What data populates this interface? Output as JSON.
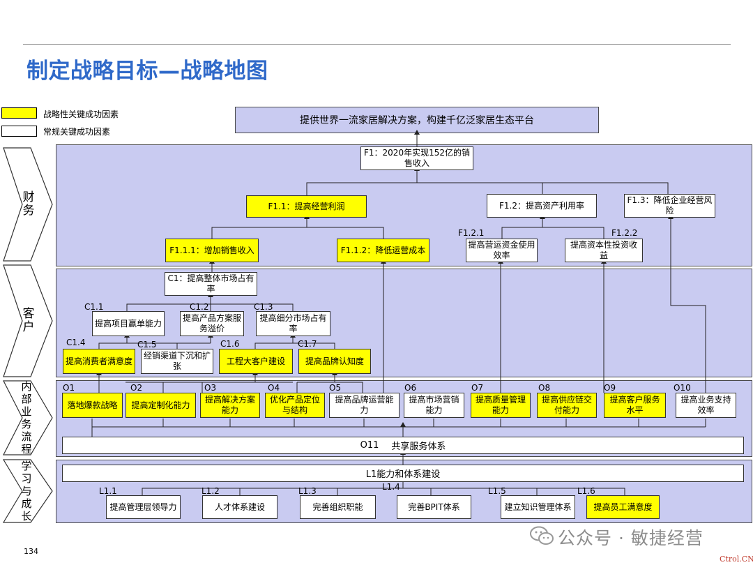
{
  "title": "制定战略目标—战略地图",
  "colors": {
    "title": "#2f69c9",
    "strategic": "#ffff00",
    "band": "#c9cbf1"
  },
  "legend": {
    "strategic": "战略性关键成功因素",
    "regular": "常规关键成功因素"
  },
  "top_goal": "提供世界一流家居解决方案，构建千亿泛家居生态平台",
  "perspectives": {
    "finance": "财务",
    "customer": "客户",
    "internal": "内部业务流程",
    "learning": "学习与成长"
  },
  "finance": {
    "f1": "F1：2020年实现152亿的销售收入",
    "f11": "F1.1：提高经营利润",
    "f12": "F1.2：提高资产利用率",
    "f13": "F1.3：降低企业经营风险",
    "f111": "F1.1.1：增加销售收入",
    "f112": "F1.1.2：降低运营成本",
    "f121_code": "F1.2.1",
    "f121": "提高营运资金使用效率",
    "f122_code": "F1.2.2",
    "f122": "提高资本性投资收益"
  },
  "customer": {
    "c1": "C1：提高整体市场占有率",
    "c11_code": "C1.1",
    "c11": "提高项目赢单能力",
    "c12_code": "C1.2",
    "c12": "提高产品方案服务溢价",
    "c13_code": "C1.3",
    "c13": "提高细分市场占有率",
    "c14_code": "C1.4",
    "c14": "提高消费者满意度",
    "c15_code": "C1.5",
    "c15": "经销渠道下沉和扩张",
    "c16_code": "C1.6",
    "c16": "工程大客户建设",
    "c17_code": "C1.7",
    "c17": "提高品牌认知度"
  },
  "internal": {
    "o1_code": "O1",
    "o1": "落地爆款战略",
    "o2_code": "O2",
    "o2": "提高定制化能力",
    "o3_code": "O3",
    "o3": "提高解决方案能力",
    "o4_code": "O4",
    "o4": "优化产品定位与结构",
    "o5_code": "O5",
    "o5": "提高品牌运营能力",
    "o6_code": "O6",
    "o6": "提高市场营销能力",
    "o7_code": "O7",
    "o7": "提高质量管理能力",
    "o8_code": "O8",
    "o8": "提高供应链交付能力",
    "o9_code": "O9",
    "o9": "提高客户服务水平",
    "o10_code": "O10",
    "o10": "提高业务支持效率",
    "o11_code": "O11",
    "o11": "共享服务体系"
  },
  "learning": {
    "l1": "L1能力和体系建设",
    "l11_code": "L1.1",
    "l11": "提高管理层领导力",
    "l12_code": "L1.2",
    "l12": "人才体系建设",
    "l13_code": "L1.3",
    "l13": "完善组织职能",
    "l14_code": "L1.4",
    "l14": "完善BPIT体系",
    "l15_code": "L1.5",
    "l15": "建立知识管理体系",
    "l16_code": "L1.6",
    "l16": "提高员工满意度"
  },
  "page_number": "134",
  "watermark": "公众号 · 敏捷经营",
  "site_mark": "Ctrol.CN"
}
